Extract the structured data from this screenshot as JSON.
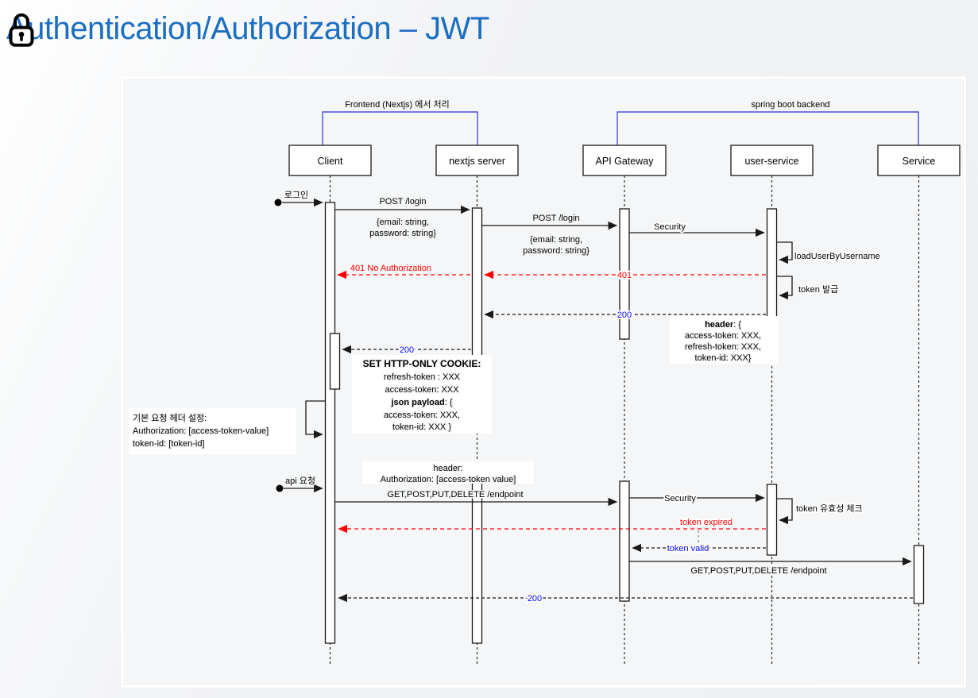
{
  "page": {
    "title": "Authentication/Authorization – JWT"
  },
  "colors": {
    "title_blue": "#1b6ec2",
    "frame_bracket_blue": "#4d4ddb",
    "error_red": "#ff0000",
    "status_blue": "#0000ff",
    "canvas_bg": "#f5f6f7"
  },
  "frames": {
    "frontend": "Frontend (Nextjs) 에서 처리",
    "backend": "spring boot backend"
  },
  "participants": {
    "client": "Client",
    "nextjs": "nextjs server",
    "gateway": "API Gateway",
    "user_service": "user-service",
    "service": "Service"
  },
  "messages": {
    "login_trigger": "로그인",
    "post_login": "POST /login",
    "login_body_1": "{email: string,",
    "login_body_2": "password: string}",
    "security": "Security",
    "load_user": "loadUserByUsername",
    "auth_401_full": "401 No Authorization",
    "auth_401": "401",
    "token_issue": "token 발급",
    "status_200": "200",
    "token_header": {
      "bold": "header",
      "rest": ": {",
      "l1": "access-token: XXX,",
      "l2": "refresh-token: XXX,",
      "l3": "token-id: XXX}"
    },
    "cookie": {
      "title": "SET HTTP-ONLY COOKIE:",
      "l1": "refresh-token : XXX",
      "l2": "access-token: XXX",
      "json_bold": "json payload",
      "json_rest": ": {",
      "l3": "access-token: XXX,",
      "l4": "token-id: XXX }"
    },
    "default_header_note": {
      "l1": "기본 요청 헤더 설정:",
      "l2": "Authorization:  [access-token-value]",
      "l3": "token-id: [token-id]"
    },
    "api_trigger": "api 요청",
    "request_header": {
      "l1": "header:",
      "l2": "Authorization: [access-token value]"
    },
    "endpoint_call": "GET,POST,PUT,DELETE /endpoint",
    "token_check": "token 유효성 체크",
    "token_expired": "token expired",
    "token_valid": "token valid"
  }
}
